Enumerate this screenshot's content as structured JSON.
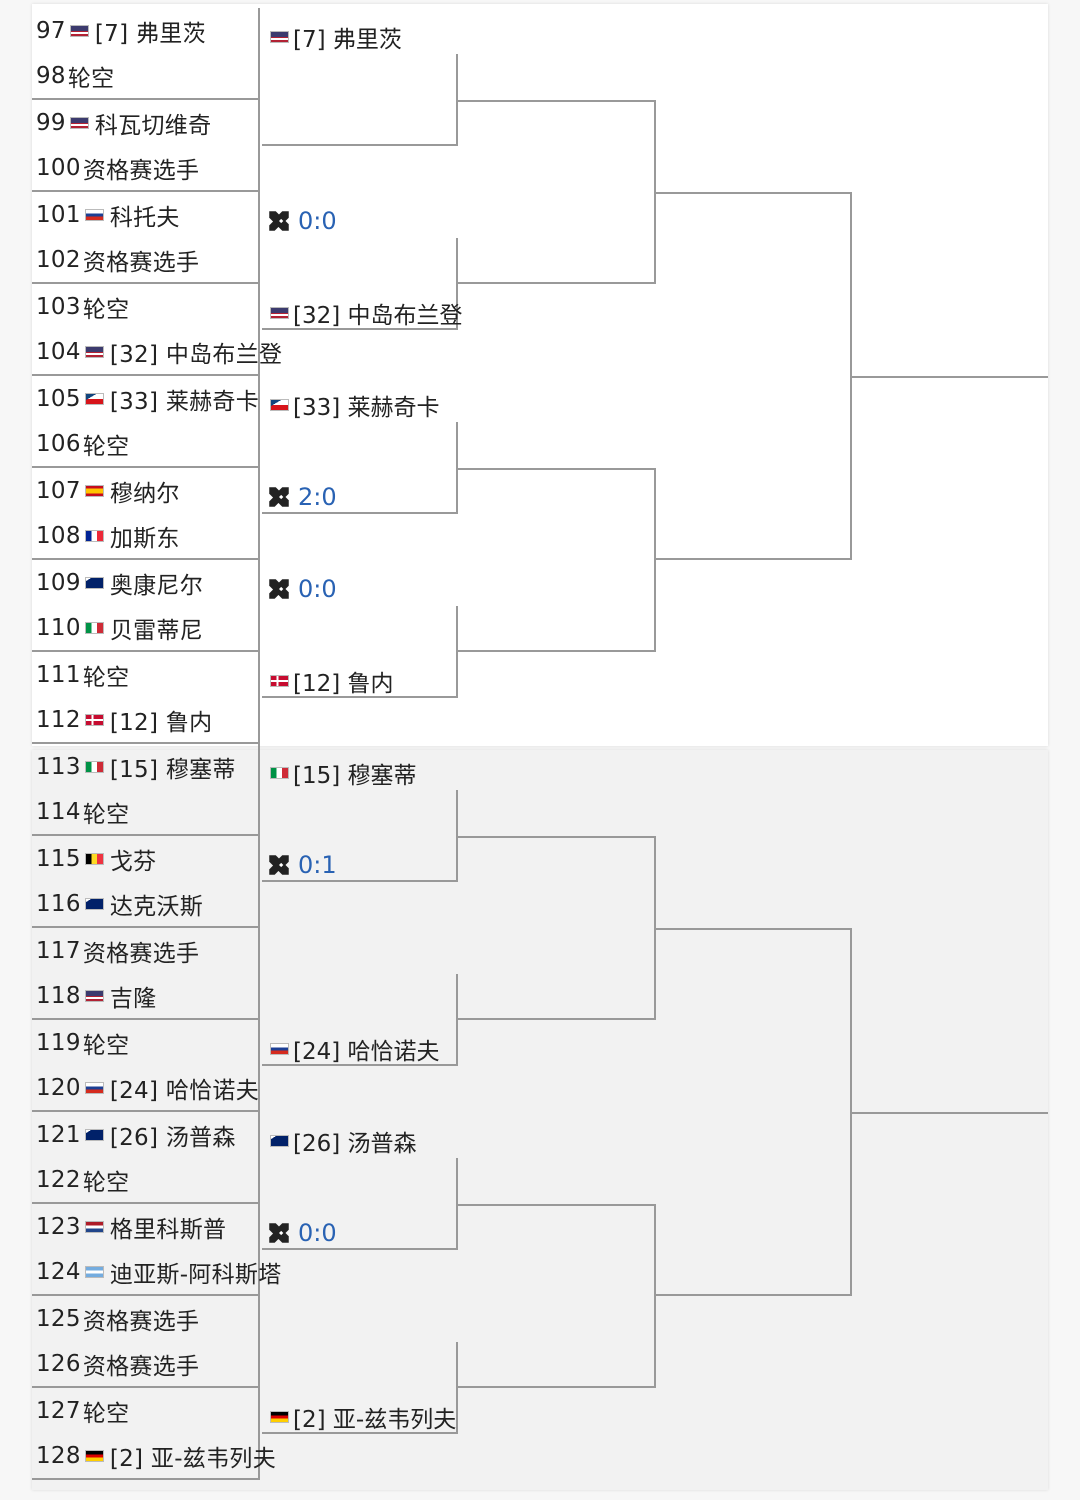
{
  "round1": [
    {
      "pair": [
        {
          "num": "97",
          "flag": "us",
          "name": "[7] 弗里茨"
        },
        {
          "num": "98",
          "flag": "",
          "name": "轮空"
        }
      ]
    },
    {
      "pair": [
        {
          "num": "99",
          "flag": "us",
          "name": "科瓦切维奇"
        },
        {
          "num": "100",
          "flag": "",
          "name": "资格赛选手"
        }
      ]
    },
    {
      "pair": [
        {
          "num": "101",
          "flag": "ru",
          "name": "科托夫"
        },
        {
          "num": "102",
          "flag": "",
          "name": "资格赛选手"
        }
      ]
    },
    {
      "pair": [
        {
          "num": "103",
          "flag": "",
          "name": "轮空"
        },
        {
          "num": "104",
          "flag": "us",
          "name": "[32] 中岛布兰登"
        }
      ]
    },
    {
      "pair": [
        {
          "num": "105",
          "flag": "cz",
          "name": "[33] 莱赫奇卡"
        },
        {
          "num": "106",
          "flag": "",
          "name": "轮空"
        }
      ]
    },
    {
      "pair": [
        {
          "num": "107",
          "flag": "es",
          "name": "穆纳尔"
        },
        {
          "num": "108",
          "flag": "fr",
          "name": "加斯东"
        }
      ]
    },
    {
      "pair": [
        {
          "num": "109",
          "flag": "au",
          "name": "奥康尼尔"
        },
        {
          "num": "110",
          "flag": "it",
          "name": "贝雷蒂尼"
        }
      ]
    },
    {
      "pair": [
        {
          "num": "111",
          "flag": "",
          "name": "轮空"
        },
        {
          "num": "112",
          "flag": "dk",
          "name": "[12] 鲁内"
        }
      ]
    },
    {
      "pair": [
        {
          "num": "113",
          "flag": "it",
          "name": "[15] 穆塞蒂"
        },
        {
          "num": "114",
          "flag": "",
          "name": "轮空"
        }
      ]
    },
    {
      "pair": [
        {
          "num": "115",
          "flag": "be",
          "name": "戈芬"
        },
        {
          "num": "116",
          "flag": "au",
          "name": "达克沃斯"
        }
      ]
    },
    {
      "pair": [
        {
          "num": "117",
          "flag": "",
          "name": "资格赛选手"
        },
        {
          "num": "118",
          "flag": "us",
          "name": "吉隆"
        }
      ]
    },
    {
      "pair": [
        {
          "num": "119",
          "flag": "",
          "name": "轮空"
        },
        {
          "num": "120",
          "flag": "ru",
          "name": "[24] 哈恰诺夫"
        }
      ]
    },
    {
      "pair": [
        {
          "num": "121",
          "flag": "au",
          "name": "[26] 汤普森"
        },
        {
          "num": "122",
          "flag": "",
          "name": "轮空"
        }
      ]
    },
    {
      "pair": [
        {
          "num": "123",
          "flag": "nl",
          "name": "格里科斯普"
        },
        {
          "num": "124",
          "flag": "ar",
          "name": "迪亚斯-阿科斯塔"
        }
      ]
    },
    {
      "pair": [
        {
          "num": "125",
          "flag": "",
          "name": "资格赛选手"
        },
        {
          "num": "126",
          "flag": "",
          "name": "资格赛选手"
        }
      ]
    },
    {
      "pair": [
        {
          "num": "127",
          "flag": "",
          "name": "轮空"
        },
        {
          "num": "128",
          "flag": "de",
          "name": "[2] 亚-兹韦列夫"
        }
      ]
    }
  ],
  "round2": [
    {
      "type": "player",
      "flag": "us",
      "name": "[7] 弗里茨"
    },
    {
      "type": "blank"
    },
    {
      "type": "score",
      "score": "0:0"
    },
    {
      "type": "player",
      "flag": "us",
      "name": "[32] 中岛布兰登"
    },
    {
      "type": "player",
      "flag": "cz",
      "name": "[33] 莱赫奇卡"
    },
    {
      "type": "score",
      "score": "2:0"
    },
    {
      "type": "score",
      "score": "0:0"
    },
    {
      "type": "player",
      "flag": "dk",
      "name": "[12] 鲁内"
    },
    {
      "type": "player",
      "flag": "it",
      "name": "[15] 穆塞蒂"
    },
    {
      "type": "score",
      "score": "0:1"
    },
    {
      "type": "blank"
    },
    {
      "type": "player",
      "flag": "ru",
      "name": "[24] 哈恰诺夫"
    },
    {
      "type": "player",
      "flag": "au",
      "name": "[26] 汤普森"
    },
    {
      "type": "score",
      "score": "0:0"
    },
    {
      "type": "blank"
    },
    {
      "type": "player",
      "flag": "de",
      "name": "[2] 亚-兹韦列夫"
    }
  ],
  "flags": {
    "us": {
      "colors": [
        "#b22234",
        "#ffffff",
        "#3c3b6e"
      ],
      "icon": "us-flag-icon"
    },
    "ru": {
      "colors": [
        "#ffffff",
        "#1c3f94",
        "#d52b1e"
      ],
      "icon": "russia-flag-icon"
    },
    "cz": {
      "colors": [
        "#ffffff",
        "#d7141a",
        "#11457e"
      ],
      "icon": "czech-flag-icon"
    },
    "es": {
      "colors": [
        "#c60b1e",
        "#ffc400"
      ],
      "icon": "spain-flag-icon"
    },
    "fr": {
      "colors": [
        "#002395",
        "#ffffff",
        "#ed2939"
      ],
      "icon": "france-flag-icon"
    },
    "au": {
      "colors": [
        "#012169",
        "#ffffff"
      ],
      "icon": "australia-flag-icon"
    },
    "it": {
      "colors": [
        "#009246",
        "#ffffff",
        "#ce2b37"
      ],
      "icon": "italy-flag-icon"
    },
    "dk": {
      "colors": [
        "#c60c30",
        "#ffffff"
      ],
      "icon": "denmark-flag-icon"
    },
    "be": {
      "colors": [
        "#000000",
        "#fdda24",
        "#ef3340"
      ],
      "icon": "belgium-flag-icon"
    },
    "nl": {
      "colors": [
        "#ae1c28",
        "#ffffff",
        "#21468b"
      ],
      "icon": "netherlands-flag-icon"
    },
    "ar": {
      "colors": [
        "#74acdf",
        "#ffffff"
      ],
      "icon": "argentina-flag-icon"
    },
    "de": {
      "colors": [
        "#000000",
        "#dd0000",
        "#ffce00"
      ],
      "icon": "germany-flag-icon"
    }
  },
  "score_color": "#2962b3",
  "line_color": "#999999",
  "vs_icon": "crossed-swords-icon"
}
